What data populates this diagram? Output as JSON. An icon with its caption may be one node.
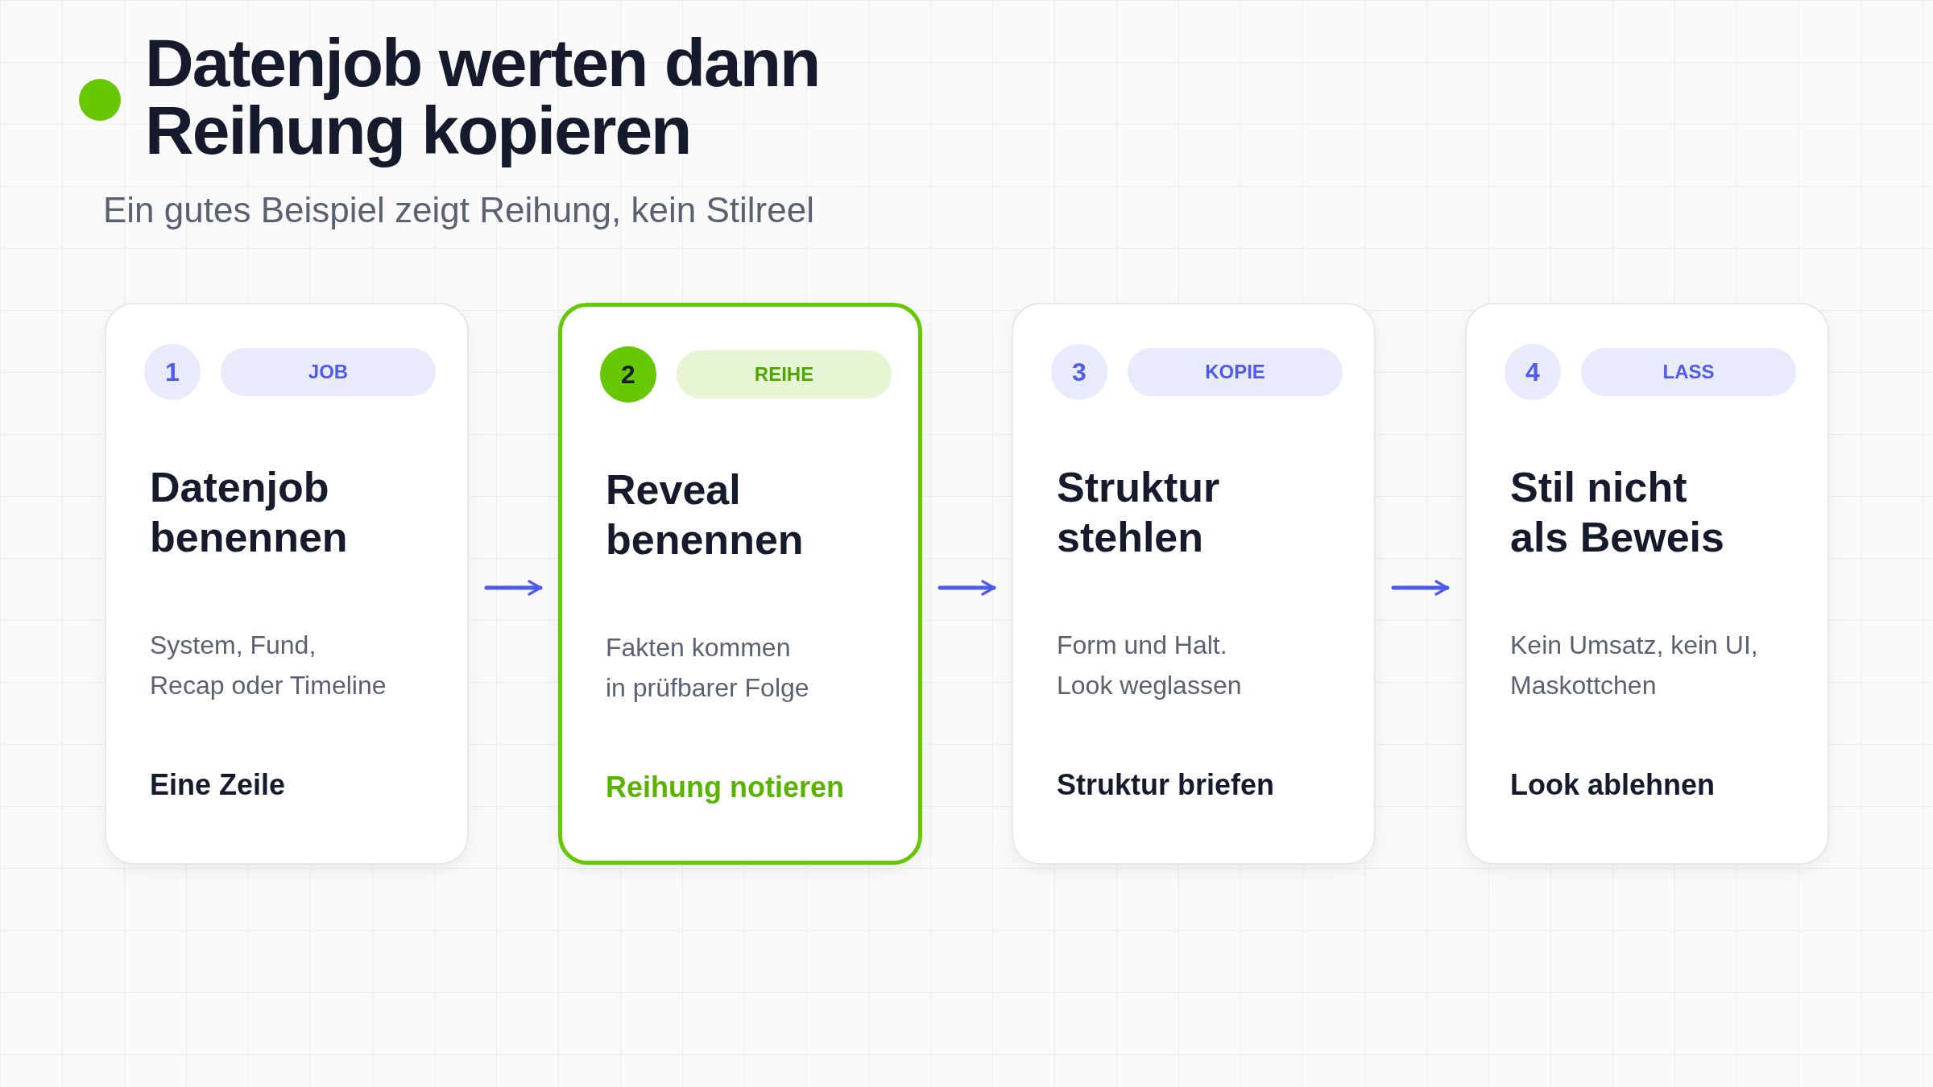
{
  "diagram": {
    "title": "Datenjob werten dann Reihung kopieren",
    "caption": "Ein gutes Beispiel zeigt Reihung, kein Stilreel",
    "nodes": [
      {
        "text": [
          "Datenjob benennen",
          "System, Fund, Recap oder Timeline",
          "Eine Zeile"
        ]
      },
      {
        "text": [
          "1"
        ],
        "in": 0
      },
      {
        "text": [
          "JOB"
        ],
        "in": 0
      },
      {
        "text": [
          "Reveal benennen",
          "Fakten kommen in prüfbarer Folge",
          "Reihung notieren"
        ]
      },
      {
        "text": [
          "2"
        ],
        "in": 3
      },
      {
        "text": [
          "REIHE"
        ],
        "in": 3
      },
      {
        "text": [
          "Struktur stehlen",
          "Form und Halt. Look weglassen",
          "Struktur briefen"
        ]
      },
      {
        "text": [
          "3"
        ],
        "in": 6
      },
      {
        "text": [
          "KOPIE"
        ],
        "in": 6
      },
      {
        "text": [
          "Stil nicht als Beweis",
          "Kein Umsatz, kein UI, Maskottchen",
          "Look ablehnen"
        ]
      },
      {
        "text": [
          "4"
        ],
        "in": 9
      },
      {
        "text": [
          "LASS"
        ],
        "in": 9
      }
    ],
    "edges": [
      {
        "from": 0,
        "to": 3,
        "arrow": "to"
      },
      {
        "from": 3,
        "to": 6,
        "arrow": "to"
      },
      {
        "from": 6,
        "to": 9,
        "arrow": "to"
      }
    ]
  }
}
